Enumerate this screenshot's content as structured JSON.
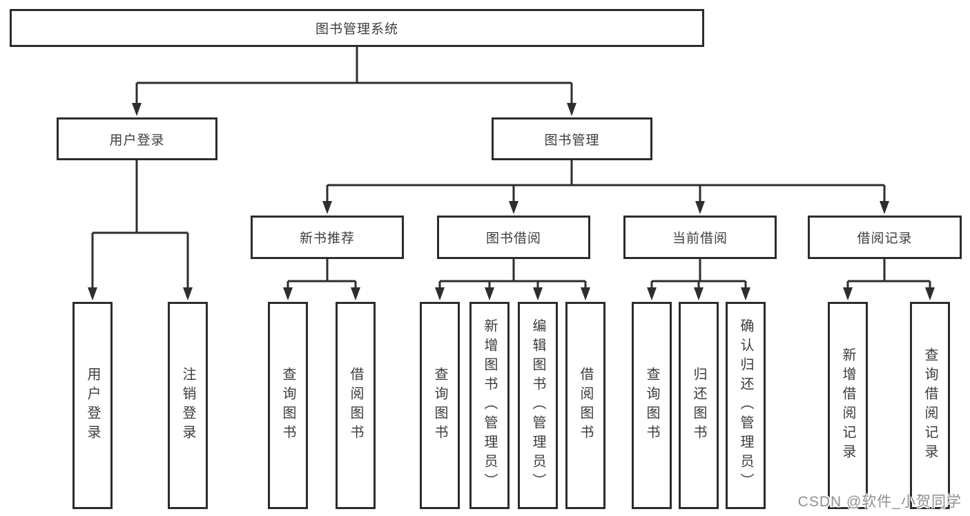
{
  "diagram": {
    "root": {
      "label": "图书管理系统"
    },
    "branches": [
      {
        "label": "用户登录",
        "children": [
          {
            "label": "用户登录"
          },
          {
            "label": "注销登录"
          }
        ]
      },
      {
        "label": "图书管理",
        "children": [
          {
            "label": "新书推荐",
            "children": [
              {
                "label": "查询图书"
              },
              {
                "label": "借阅图书"
              }
            ]
          },
          {
            "label": "图书借阅",
            "children": [
              {
                "label": "查询图书"
              },
              {
                "label": "新增图书（管理员）"
              },
              {
                "label": "编辑图书（管理员）"
              },
              {
                "label": "借阅图书"
              }
            ]
          },
          {
            "label": "当前借阅",
            "children": [
              {
                "label": "查询图书"
              },
              {
                "label": "归还图书"
              },
              {
                "label": "确认归还（管理员）"
              }
            ]
          },
          {
            "label": "借阅记录",
            "children": [
              {
                "label": "新增借阅记录"
              },
              {
                "label": "查询借阅记录"
              }
            ]
          }
        ]
      }
    ]
  },
  "watermark": {
    "text": "CSDN @软件_小贺同学"
  },
  "colors": {
    "line": "#2e2e2e",
    "border": "#2c2c2c",
    "text": "#3c3c3c",
    "background": "#ffffff",
    "watermark_text": "#8f8f8f"
  }
}
